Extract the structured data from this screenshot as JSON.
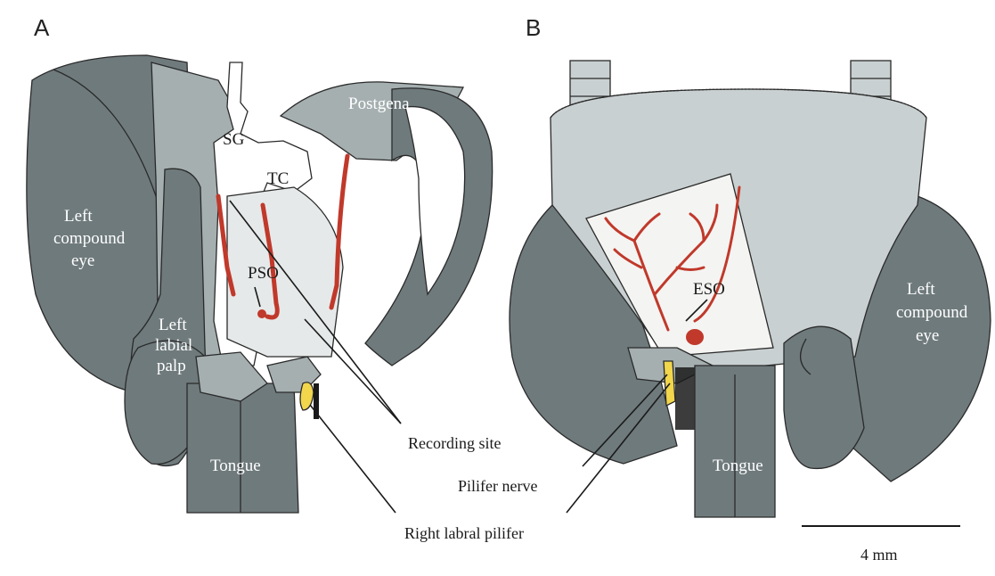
{
  "panels": {
    "a": {
      "label": "A",
      "labels": {
        "postgena": "Postgena",
        "sg": "SG",
        "tc": "TC",
        "left_compound_eye": [
          "Left",
          "compound",
          "eye"
        ],
        "left_labial_palp": [
          "Left",
          "labial",
          "palp"
        ],
        "pso": "PSO",
        "tongue": "Tongue"
      }
    },
    "b": {
      "label": "B",
      "labels": {
        "eso": "ESO",
        "left_compound_eye": [
          "Left",
          "compound",
          "eye"
        ],
        "tongue": "Tongue"
      }
    }
  },
  "callouts": {
    "recording_site": "Recording site",
    "pilifer_nerve": "Pilifer nerve",
    "right_labral_pilifer": "Right labral pilifer"
  },
  "scale_bar": {
    "label": "4 mm"
  },
  "colors": {
    "dark_gray": "#6f7a7c",
    "mid_gray": "#a5afb0",
    "light_gray": "#c9d0d1",
    "nerve_red": "#c0392b",
    "pilifer_yellow": "#f2d64b"
  }
}
